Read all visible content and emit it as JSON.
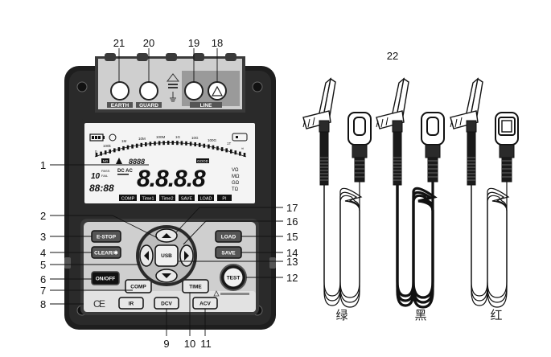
{
  "callouts": {
    "n1": "1",
    "n2": "2",
    "n3": "3",
    "n4": "4",
    "n5": "5",
    "n6": "6",
    "n7": "7",
    "n8": "8",
    "n9": "9",
    "n10": "10",
    "n11": "11",
    "n12": "12",
    "n13": "13",
    "n14": "14",
    "n15": "15",
    "n16": "16",
    "n17": "17",
    "n18": "18",
    "n19": "19",
    "n20": "20",
    "n21": "21",
    "n22": "22"
  },
  "terminals": {
    "earth": "EARTH",
    "guard": "GUARD",
    "line": "LINE"
  },
  "keys": {
    "estop": "E-STOP",
    "clear": "CLEAR/✱",
    "onoff": "ON/OFF",
    "comp": "COMP",
    "ir": "IR",
    "dcv": "DCV",
    "time": "TIME",
    "acv": "ACV",
    "test": "TEST",
    "load": "LOAD",
    "save": "SAVE",
    "usb": "USB"
  },
  "lcd": {
    "main_digits": "8.8.8.8",
    "small_digits": "88:88",
    "top_digits": "8888",
    "units": [
      "VΩ",
      "MΩ",
      "GΩ",
      "TΩ"
    ],
    "tags": [
      "COMP",
      "Time1",
      "Time2",
      "SAVE",
      "LOAD",
      "PI"
    ],
    "ng": "NG",
    "good": "GOOD",
    "dcac": "DC AC",
    "pass": "PASS",
    "fail": "FAIL",
    "ten": "10",
    "scale": [
      "0",
      "100k",
      "1M",
      "10M",
      "100M",
      "1G",
      "10G",
      "100G",
      "1T",
      "∞"
    ]
  },
  "leads": {
    "green": "绿",
    "black": "黑",
    "red": "红"
  }
}
